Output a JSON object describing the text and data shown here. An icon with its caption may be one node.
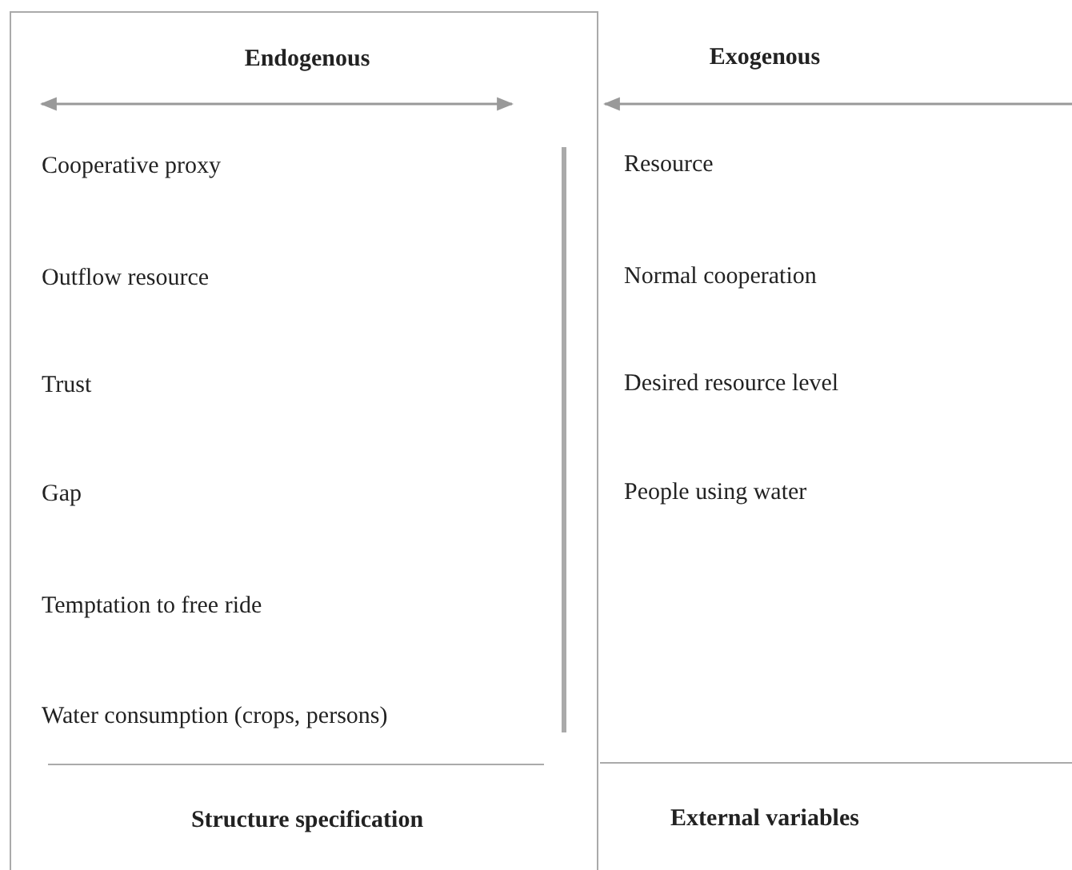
{
  "diagram": {
    "nodes": [
      {
        "text": [
          "Endogenous",
          "Cooperative proxy",
          "Outflow resource",
          "Trust",
          "Gap",
          "Temptation to free ride",
          "Water consumption (crops, persons)",
          "Structure specification"
        ]
      }
    ],
    "labels": [
      "Exogenous",
      "Resource",
      "Normal cooperation",
      "Desired resource level",
      "People using water",
      "External variables"
    ]
  }
}
